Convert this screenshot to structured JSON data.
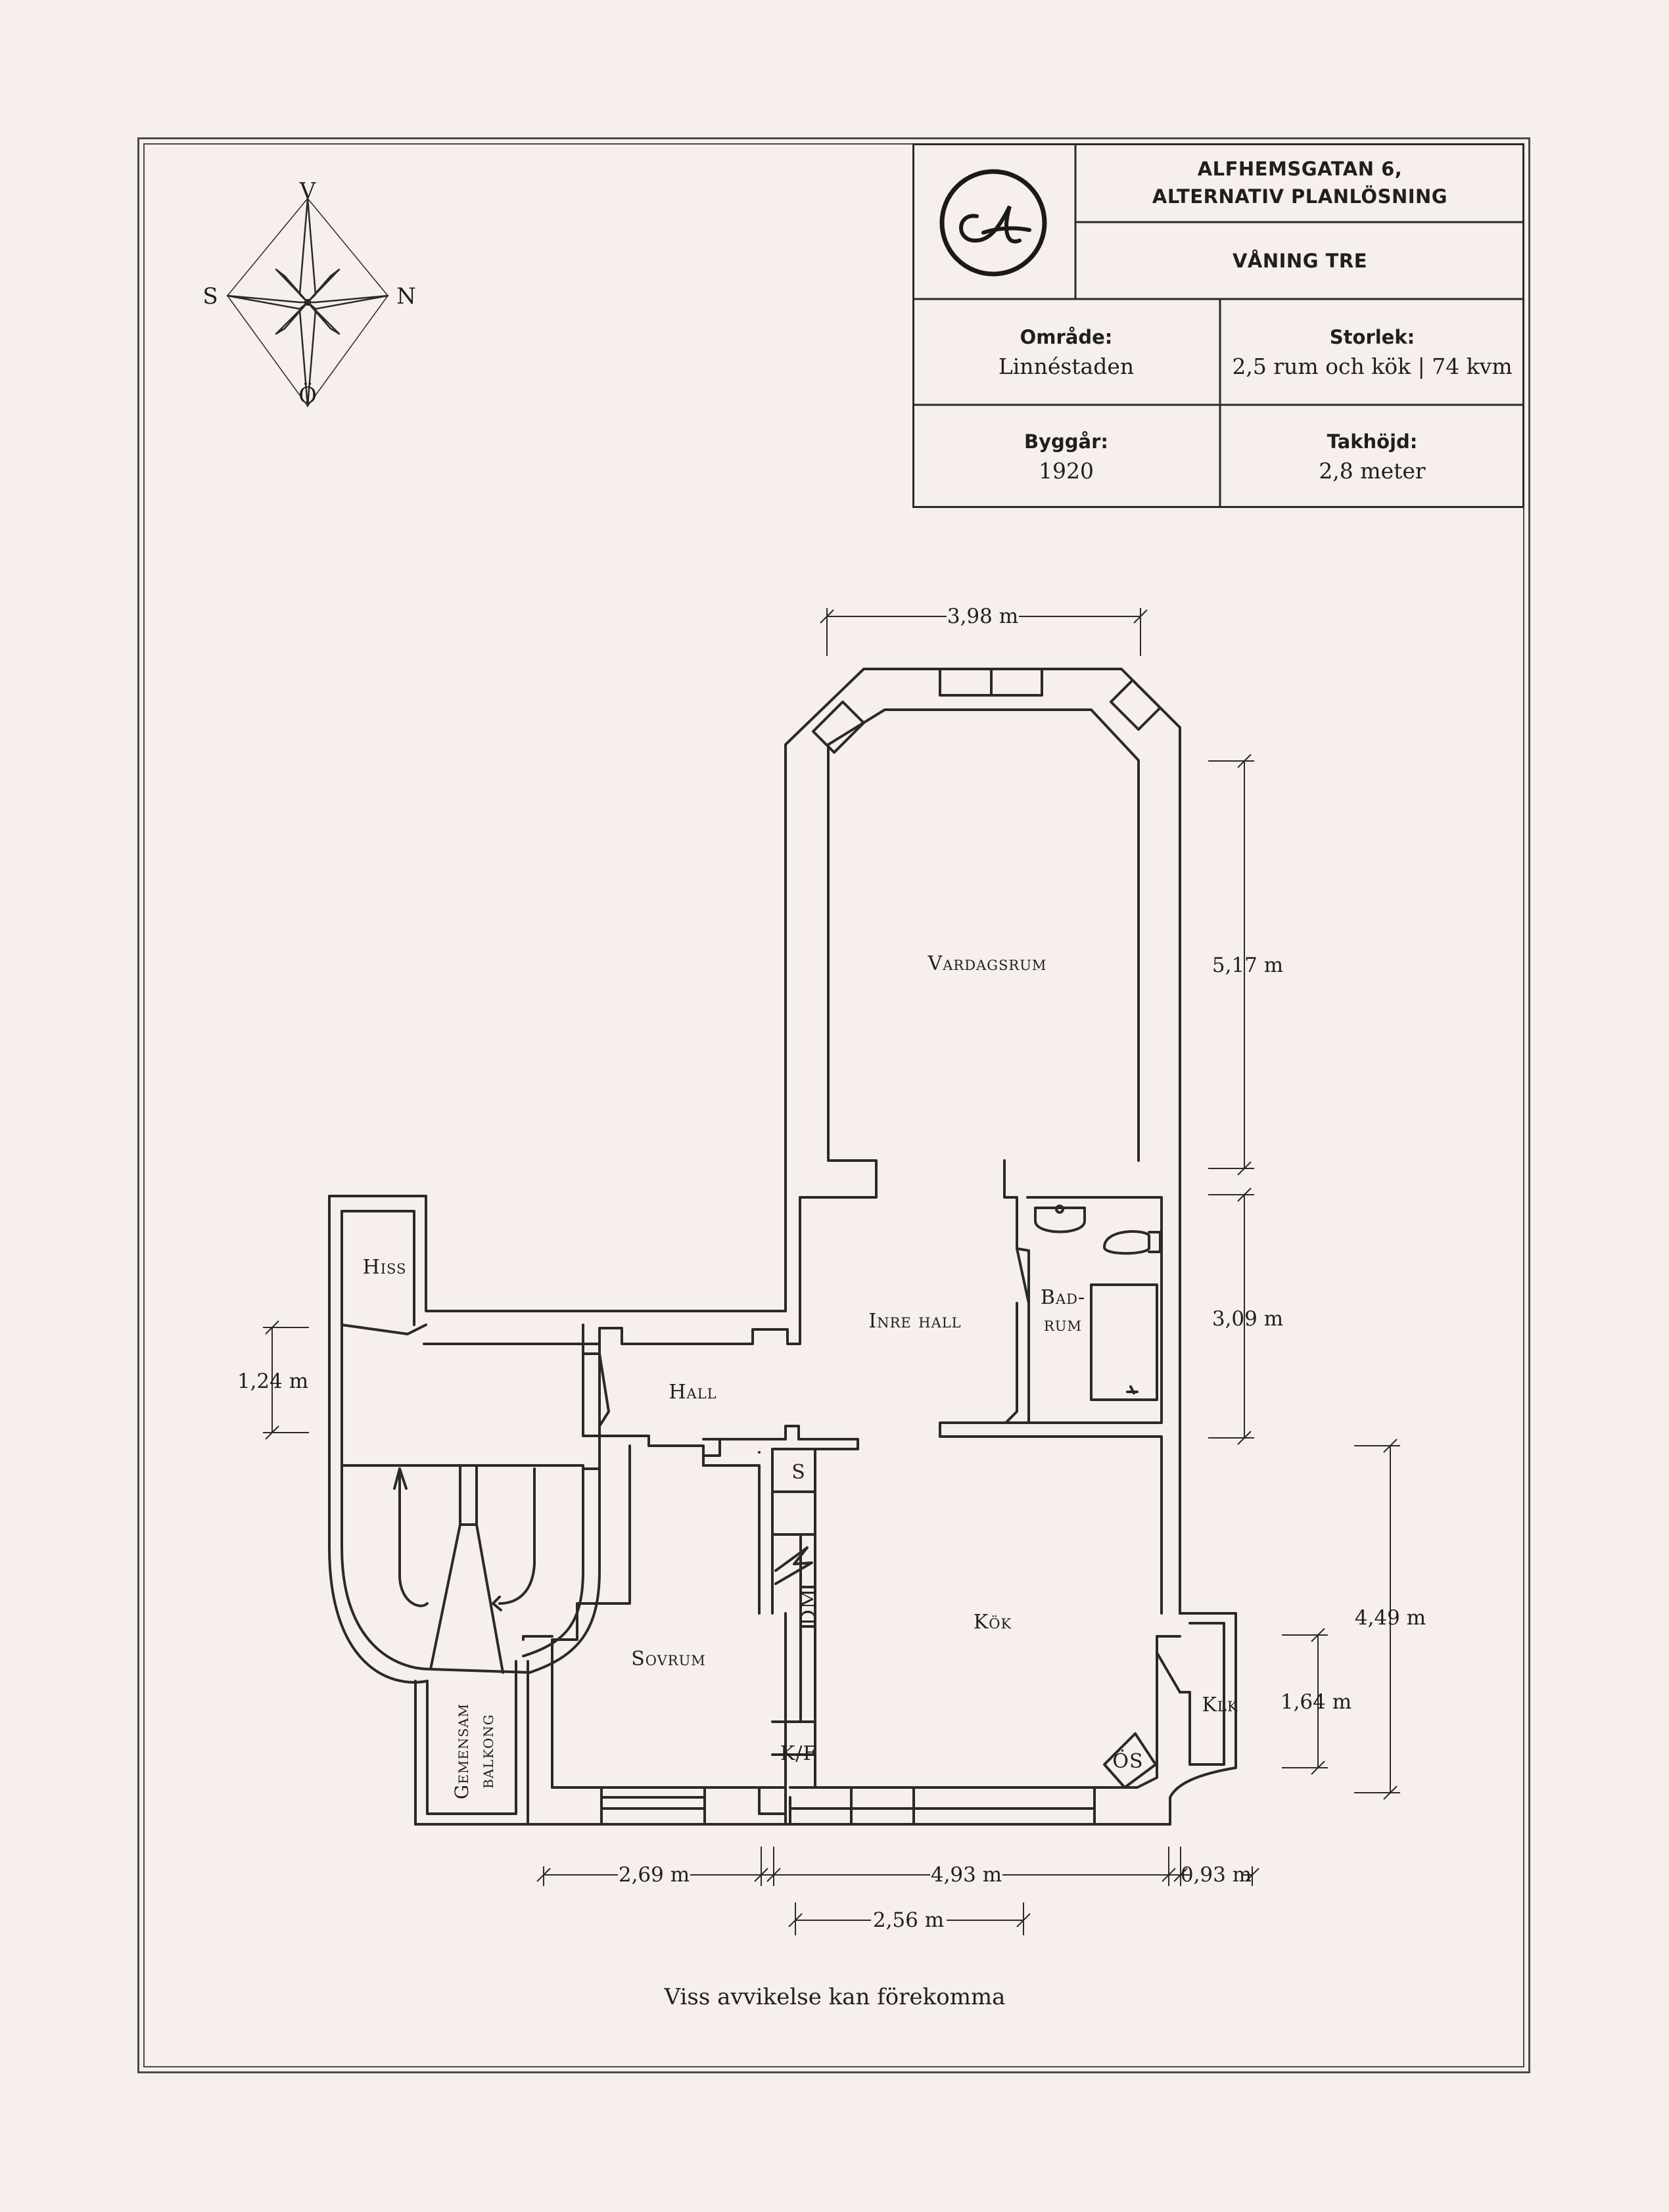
{
  "header": {
    "title_line1": "ALFHEMSGATAN 6,",
    "title_line2": "ALTERNATIV PLANLÖSNING",
    "floor": "VÅNING TRE",
    "logo_letter": "A",
    "area_label": "Område:",
    "area_value": "Linnéstaden",
    "size_label": "Storlek:",
    "size_value": "2,5 rum och kök | 74 kvm",
    "year_label": "Byggår:",
    "year_value": "1920",
    "ceiling_label": "Takhöjd:",
    "ceiling_value": "2,8 meter"
  },
  "compass": {
    "north": "N",
    "south": "S",
    "west": "V",
    "east": "Ö"
  },
  "rooms": {
    "vardagsrum": "Vardagsrum",
    "inre_hall": "Inre hall",
    "badrum_line1": "Bad-",
    "badrum_line2": "rum",
    "hall": "Hall",
    "hiss": "Hiss",
    "kok": "Kök",
    "sovrum": "Sovrum",
    "klk": "Klk",
    "os": "ÖS",
    "s": "S",
    "dm": "DM",
    "kf": "K/F",
    "balkong_line1": "Gemensam",
    "balkong_line2": "balkong"
  },
  "dimensions": {
    "top_width": "3,98 m",
    "vardagsrum_height": "5,17 m",
    "badrum_height": "3,09 m",
    "hall_height": "1,24 m",
    "kok_height": "4,49 m",
    "klk_height": "1,64 m",
    "bottom_left": "2,69 m",
    "bottom_mid": "4,93 m",
    "bottom_right": "0,93 m",
    "bottom_window": "2,56 m"
  },
  "footer": {
    "disclaimer": "Viss avvikelse kan förekomma"
  }
}
